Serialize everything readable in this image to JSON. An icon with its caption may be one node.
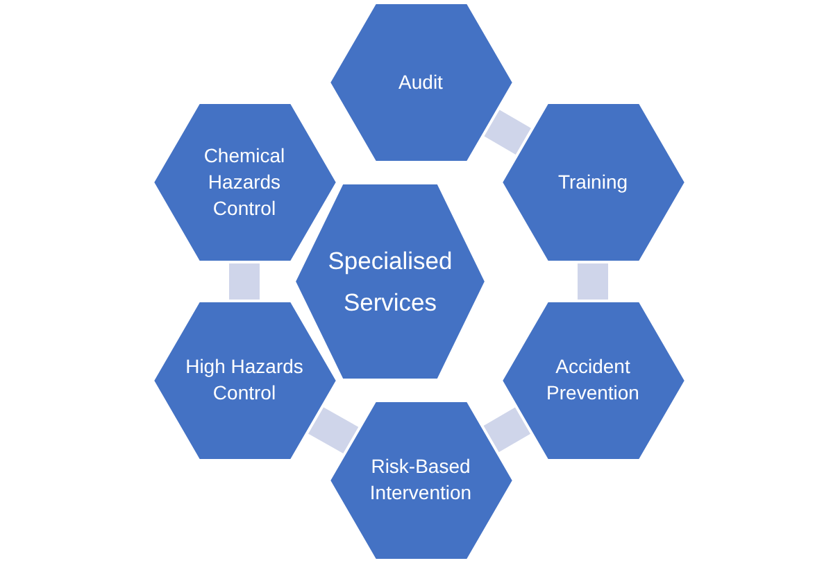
{
  "diagram": {
    "nodes": [
      {
        "text": [
          "Audit"
        ]
      },
      {
        "text": [
          "Chemical Hazards Control"
        ]
      },
      {
        "text": [
          "Training"
        ]
      },
      {
        "text": [
          "Specialised Services"
        ]
      },
      {
        "text": [
          "High Hazards Control"
        ]
      },
      {
        "text": [
          "Accident Prevention"
        ]
      },
      {
        "text": [
          "Risk-Based Intervention"
        ]
      }
    ],
    "edges": [
      {
        "from": 0,
        "to": 2,
        "arrow": "none"
      },
      {
        "from": 2,
        "to": 5,
        "arrow": "none"
      },
      {
        "from": 5,
        "to": 6,
        "arrow": "none"
      },
      {
        "from": 6,
        "to": 4,
        "arrow": "none"
      },
      {
        "from": 4,
        "to": 1,
        "arrow": "none"
      }
    ]
  }
}
